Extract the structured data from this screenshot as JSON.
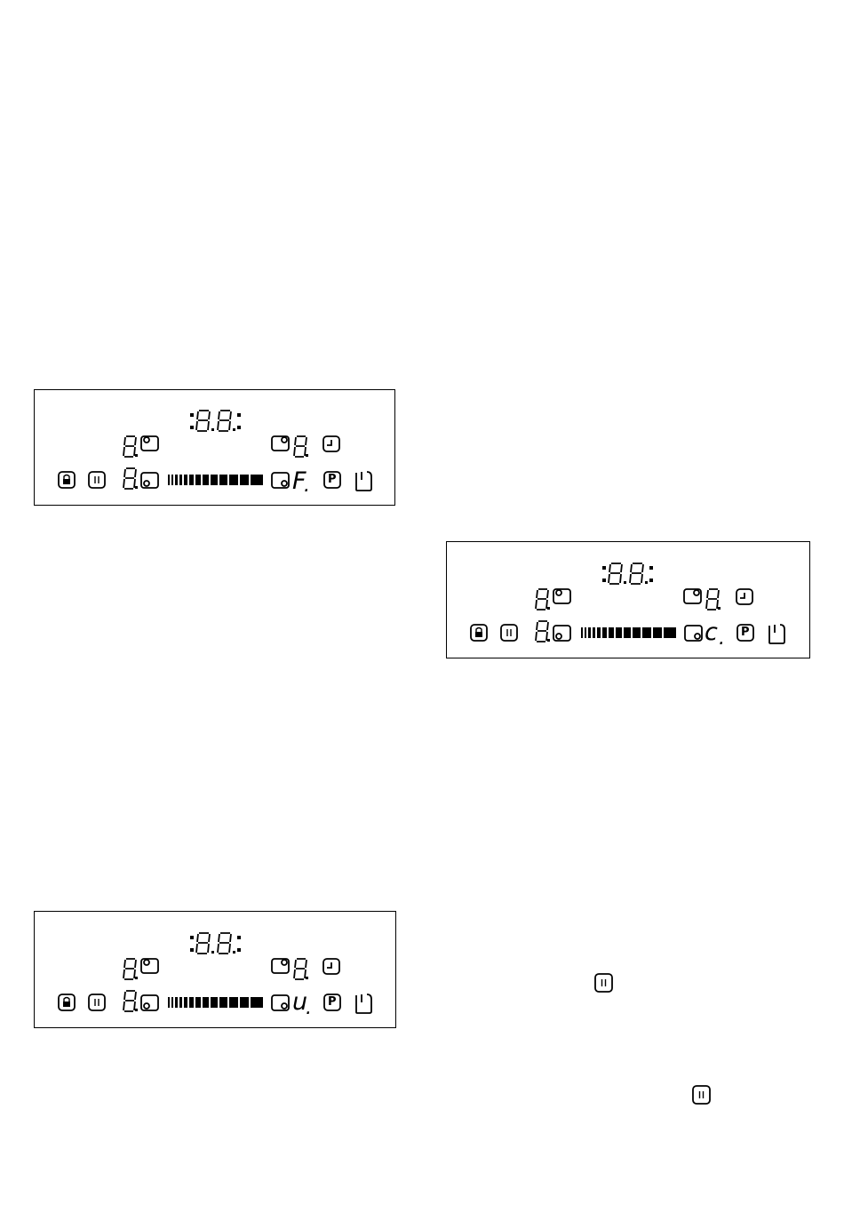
{
  "panels": [
    {
      "id": "panel-top-left",
      "mode_letter": "F",
      "mode_suffix": "."
    },
    {
      "id": "panel-right",
      "mode_letter": "c",
      "mode_suffix": "."
    },
    {
      "id": "panel-bottom-left",
      "mode_letter": "u",
      "mode_suffix": "."
    }
  ],
  "icons": {
    "lock": "lock-icon",
    "pause": "pause-icon",
    "program": "program-icon",
    "power": "power-icon",
    "timer": "timer-icon",
    "cooking_zone": "cooking-zone-icon"
  },
  "text_icons": {
    "program_label": "P"
  },
  "colors": {
    "ink": "#000000",
    "background": "#ffffff"
  }
}
